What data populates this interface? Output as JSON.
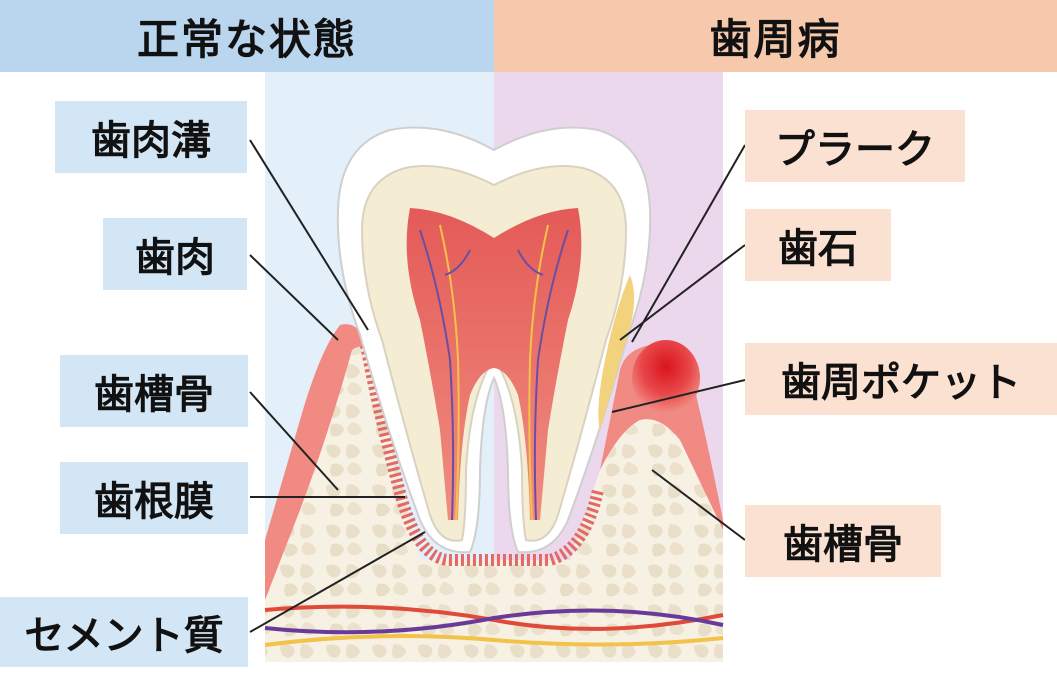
{
  "headers": {
    "normal": "正常な状態",
    "periodontal": "歯周病"
  },
  "left_labels": {
    "gingival_sulcus": "歯肉溝",
    "gingiva": "歯肉",
    "alveolar_bone": "歯槽骨",
    "periodontal_ligament": "歯根膜",
    "cementum": "セメント質"
  },
  "right_labels": {
    "plaque": "プラーク",
    "calculus": "歯石",
    "periodontal_pocket": "歯周ポケット",
    "alveolar_bone": "歯槽骨"
  },
  "colors": {
    "header_left": "#b9d6ee",
    "header_right": "#f6c8ac",
    "label_left": "#d3e6f5",
    "label_right": "#fbe1d1",
    "gum": "#f08a82",
    "inflamed_gum": "#e0242a",
    "bone": "#f6f0e2",
    "enamel": "#ffffff",
    "dentin": "#f5ecd4",
    "pulp": "#ea6d6a",
    "calculus": "#f2d27c"
  }
}
